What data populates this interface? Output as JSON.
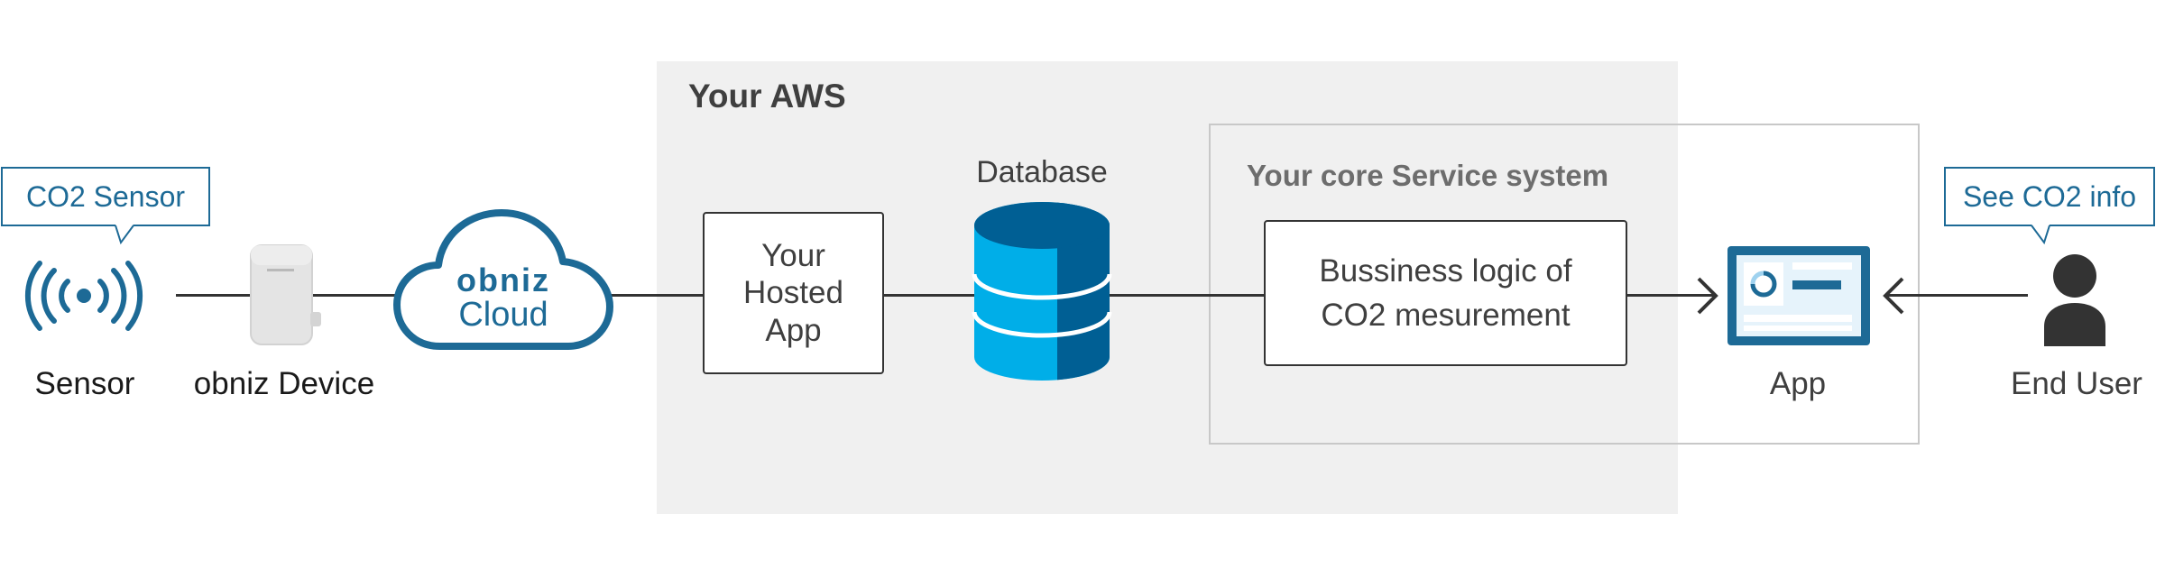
{
  "regions": {
    "aws_title": "Your AWS",
    "core_title": "Your core Service system"
  },
  "nodes": {
    "sensor_label": "Sensor",
    "device_label": "obniz Device",
    "cloud_brand": "obniz",
    "cloud_sub": "Cloud",
    "hosted_app": [
      "Your",
      "Hosted",
      "App"
    ],
    "database_label": "Database",
    "biz_logic": [
      "Bussiness logic of",
      "CO2 mesurement"
    ],
    "app_label": "App",
    "user_label": "End User"
  },
  "callouts": {
    "sensor": "CO2 Sensor",
    "user": "See CO2 info"
  },
  "colors": {
    "brand_blue": "#1d6a96",
    "db_light": "#00aee8",
    "db_dark": "#005f94",
    "aws_bg": "#f0f0f0",
    "line": "#333333"
  },
  "icons": {
    "sensor": "wireless-signal-icon",
    "device": "obniz-device-icon",
    "cloud": "cloud-icon",
    "database": "database-icon",
    "app": "app-screen-icon",
    "user": "user-icon"
  }
}
